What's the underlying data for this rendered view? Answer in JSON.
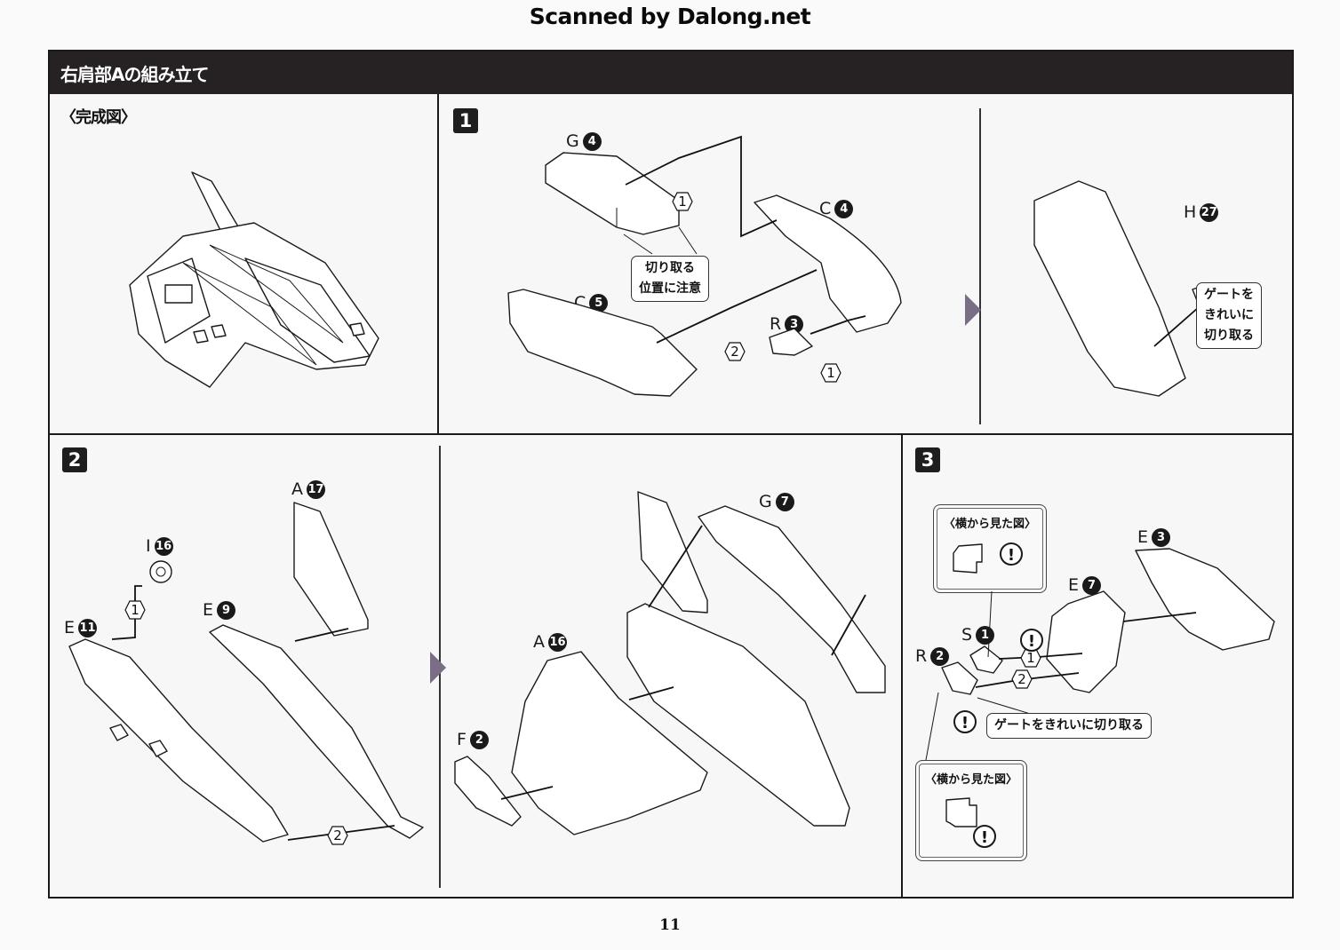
{
  "watermark": "Scanned by Dalong.net",
  "header": {
    "title": "右肩部Aの組み立て"
  },
  "complete_view": {
    "label": "〈完成図〉"
  },
  "step1": {
    "badge": "1",
    "parts": [
      {
        "letter": "G",
        "number": "4"
      },
      {
        "letter": "C",
        "number": "4"
      },
      {
        "letter": "C",
        "number": "5"
      },
      {
        "letter": "R",
        "number": "3"
      },
      {
        "letter": "H",
        "number": "27"
      }
    ],
    "sequence": [
      "1",
      "2",
      "1"
    ],
    "callouts": {
      "cut_position": "切り取る\n位置に注意",
      "gate_clean": "ゲートを\nきれいに\n切り取る"
    }
  },
  "step2": {
    "badge": "2",
    "parts": [
      {
        "letter": "A",
        "number": "17"
      },
      {
        "letter": "I",
        "number": "16"
      },
      {
        "letter": "E",
        "number": "11"
      },
      {
        "letter": "E",
        "number": "9"
      },
      {
        "letter": "G",
        "number": "7"
      },
      {
        "letter": "A",
        "number": "16"
      },
      {
        "letter": "F",
        "number": "2"
      }
    ],
    "sequence": [
      "1",
      "2"
    ]
  },
  "step3": {
    "badge": "3",
    "parts": [
      {
        "letter": "E",
        "number": "3"
      },
      {
        "letter": "E",
        "number": "7"
      },
      {
        "letter": "S",
        "number": "1"
      },
      {
        "letter": "R",
        "number": "2"
      }
    ],
    "sequence": [
      "1",
      "2"
    ],
    "inset_title": "〈横から見た図〉",
    "callout_gate": "ゲートをきれいに切り取る",
    "warning_symbol": "!"
  },
  "page_number": "11"
}
